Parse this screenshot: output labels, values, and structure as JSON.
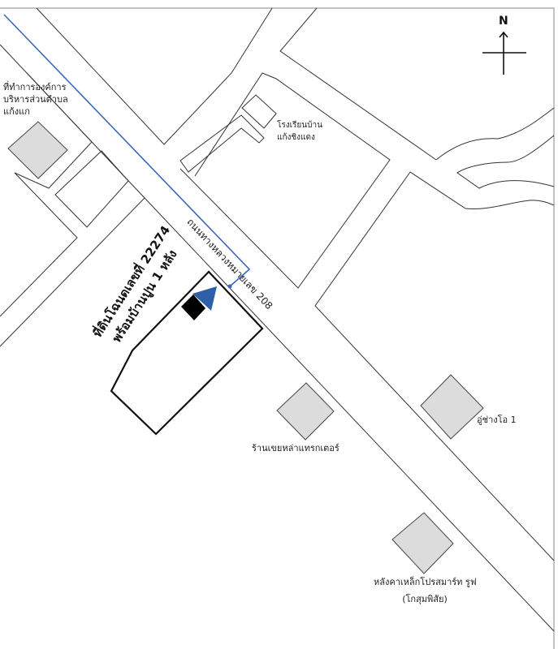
{
  "map": {
    "compass_label": "N",
    "road_label": "ถนนทางหลวงหมายเลข 208",
    "plot": {
      "line1": "ที่ดินโฉนดเลขที่ 22274",
      "line2": "พร้อมบ้านปูน 1 หลัง"
    },
    "landmarks": {
      "sao": [
        "ที่ทำการองค์การ",
        "บริหารส่วนตำบล",
        "แก้งแก"
      ],
      "school": [
        "โรงเรียนบ้าน",
        "แก้งชิงแดง"
      ],
      "tractor_shop": "ร้านเขยหล่าแทรกเตอร์",
      "garage": "อู่ช่างโอ 1",
      "roof_shop": [
        "หลังคาเหล็กโปรสมาร์ท รูฟ",
        "(โกสุมพิสัย)"
      ]
    },
    "colors": {
      "route": "#3a67b8",
      "arrow": "#2f5fa8",
      "building_fill": "#dcdcdc",
      "house": "#000000"
    }
  }
}
